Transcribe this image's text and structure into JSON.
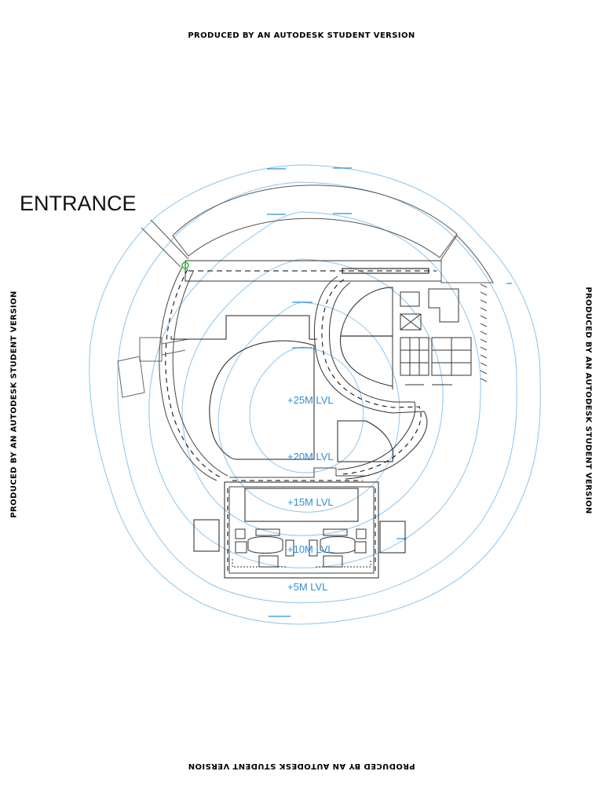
{
  "watermark": "PRODUCED BY AN AUTODESK STUDENT VERSION",
  "entrance_label": "ENTRANCE",
  "levels": {
    "l25": "+25M LVL",
    "l20": "+20M LVL",
    "l15": "+15M LVL",
    "l10": "+10M LVL",
    "l5": "+5M LVL"
  },
  "colors": {
    "contour": "#8cc4ee",
    "level_text": "#2f8fd8",
    "linework": "#000000",
    "marker": "#2dbb2d"
  }
}
